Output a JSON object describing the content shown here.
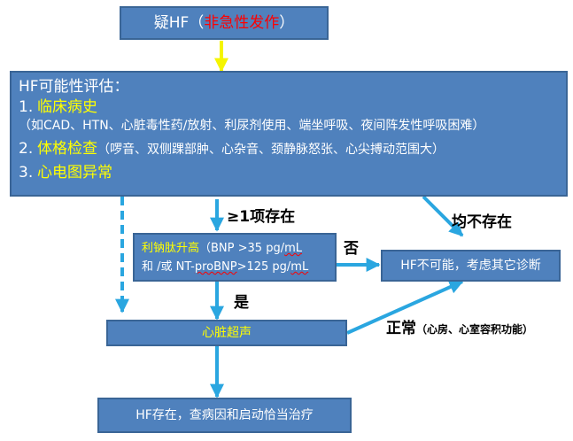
{
  "colors": {
    "box_fill": "#4f81bd",
    "box_border": "#3a6596",
    "highlight_yellow": "#ffff00",
    "highlight_red": "#ff0000",
    "connector_blue": "#2aa6e0",
    "arrow_yellow": "#f5f500"
  },
  "top_box": {
    "prefix": "疑HF（",
    "highlight": "非急性发作",
    "suffix": "）"
  },
  "assessment": {
    "title": "HF可能性评估：",
    "items": [
      {
        "number": "1.",
        "label": "临床病史",
        "detail": "（如CAD、HTN、心脏毒性药/放射、利尿剂使用、端坐呼吸、夜间阵发性呼吸困难）"
      },
      {
        "number": "2.",
        "label": "体格检查",
        "detail": "（啰音、双侧踝部肿、心杂音、颈静脉怒张、心尖搏动范围大）"
      },
      {
        "number": "3.",
        "label": "心电图异常",
        "detail": ""
      }
    ]
  },
  "labels": {
    "at_least_one": "≥1项存在",
    "none_present": "均不存在",
    "no": "否",
    "yes": "是",
    "normal": "正常",
    "normal_note": "（心房、心室容积功能）"
  },
  "bnp_box": {
    "line1_label": "利钠肽升高",
    "line1_rest": "（BNP >35 pg/",
    "line1_unit": "mL",
    "line2_main": "和 /或 NT-",
    "line2_prot": "proBNP",
    "line2_rest": ">125 pg/",
    "line2_unit": "mL"
  },
  "hf_unlikely": {
    "text": "HF不可能，考虑其它诊断"
  },
  "echo": {
    "text": "心脏超声"
  },
  "final": {
    "text": "HF存在，查病因和启动恰当治疗"
  }
}
